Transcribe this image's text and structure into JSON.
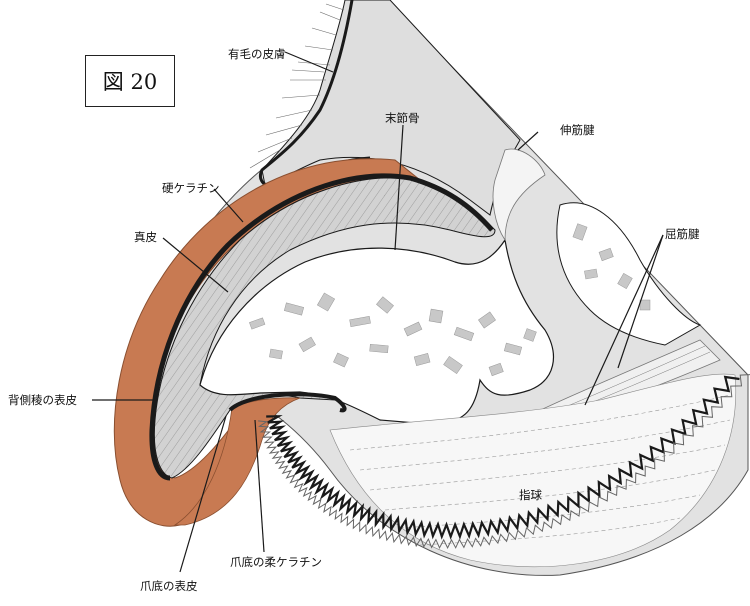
{
  "figure": {
    "title": "図 20"
  },
  "labels": {
    "hairy_skin": "有毛の皮膚",
    "distal_phalanx": "末節骨",
    "extensor_tendon": "伸筋腱",
    "hard_keratin": "硬ケラチン",
    "dermis": "真皮",
    "flexor_tendon": "屈筋腱",
    "dorsal_epidermis": "背側稜の表皮",
    "digital_pad": "指球",
    "sole_soft_keratin": "爪底の柔ケラチン",
    "sole_epidermis": "爪底の表皮"
  },
  "colors": {
    "keratin": "#c87a52",
    "dermis_fill": "#d8d8d8",
    "tissue_fill": "#e2e2e2",
    "outline": "#1a1a1a"
  }
}
